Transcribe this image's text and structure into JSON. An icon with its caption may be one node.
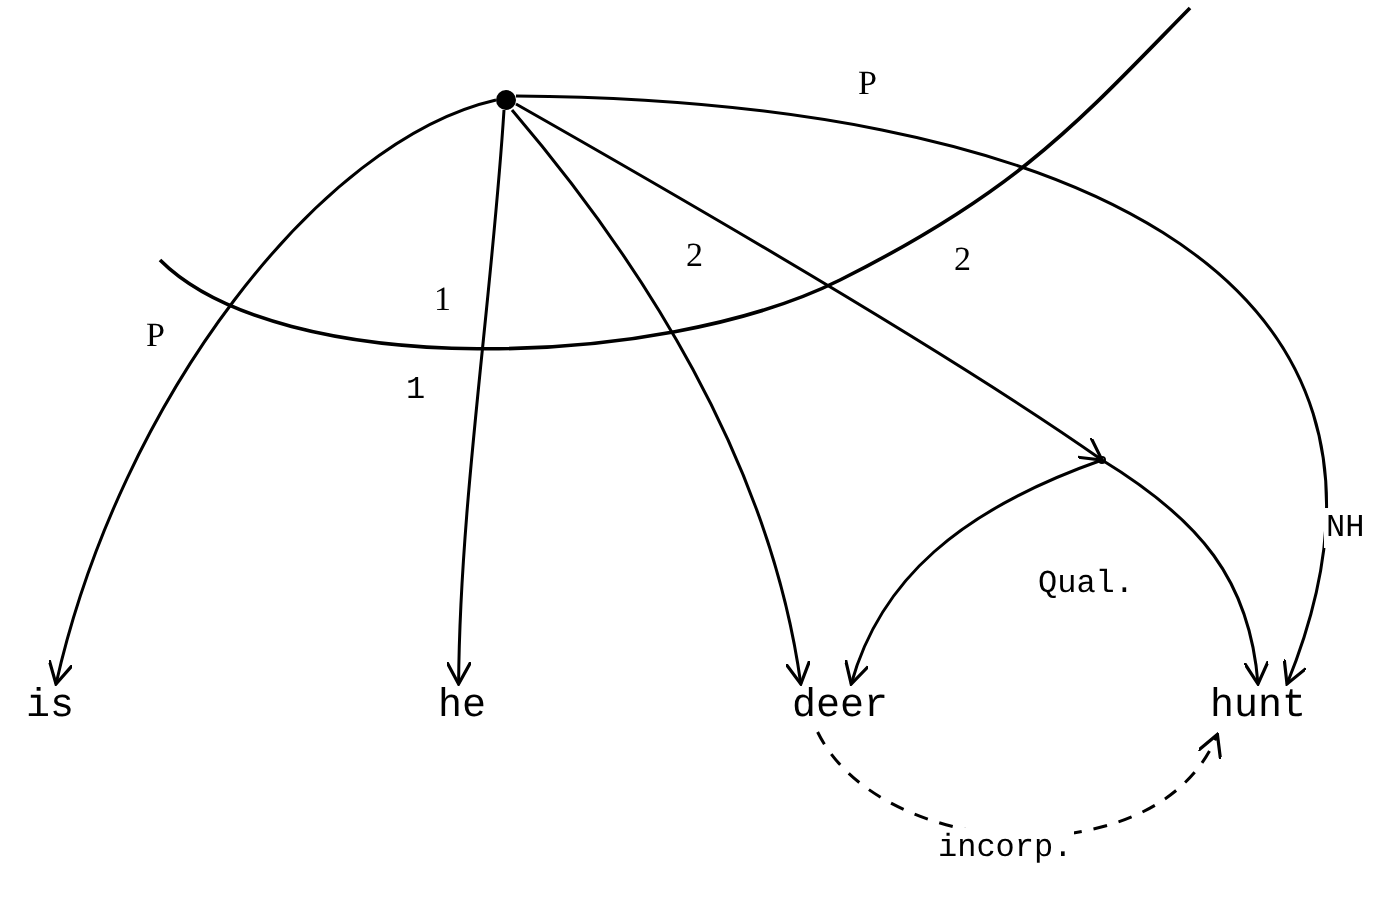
{
  "diagram": {
    "nodes": [
      {
        "text": [],
        "shape": "circle"
      },
      {
        "text": [
          "is"
        ]
      },
      {
        "text": [
          "he"
        ]
      },
      {
        "text": [
          "deer"
        ]
      },
      {
        "text": [
          "hunt"
        ]
      },
      {
        "text": [],
        "shape": "point"
      }
    ],
    "edges": [
      {
        "from": 0,
        "to": 1,
        "arrow": "to",
        "label": "P"
      },
      {
        "from": 0,
        "to": 2,
        "arrow": "to",
        "label": "1"
      },
      {
        "from": 0,
        "to": 3,
        "arrow": "to",
        "label": "2"
      },
      {
        "from": 0,
        "to": 5,
        "arrow": "to",
        "label": "2"
      },
      {
        "from": 0,
        "to": 4,
        "arrow": "to",
        "label": "P"
      },
      {
        "from": 5,
        "to": 3,
        "arrow": "to"
      },
      {
        "from": 5,
        "to": 4,
        "arrow": "to"
      },
      {
        "from": 3,
        "to": 4,
        "arrow": "to",
        "label": "incorp.",
        "style": "dashed"
      }
    ],
    "labels": [
      "1",
      "NH",
      "Qual."
    ]
  }
}
